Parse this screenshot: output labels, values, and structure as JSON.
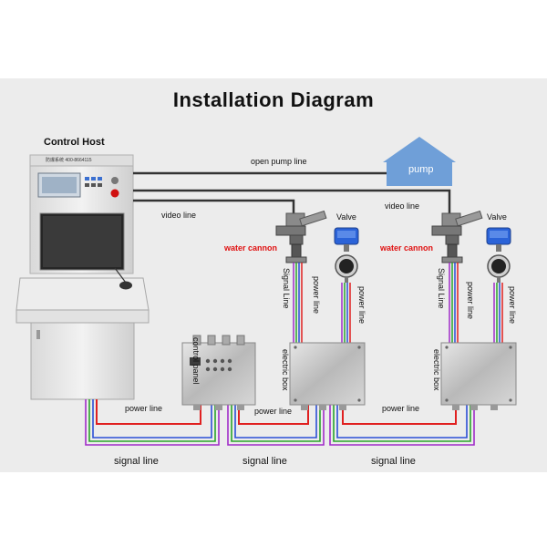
{
  "diagram": {
    "title": "Installation Diagram",
    "control_host": "Control Host",
    "host_screen_text": "防爆系统  400-8664115",
    "pump": "pump",
    "open_pump_line": "open pump line",
    "video_line_left": "video line",
    "video_line_right": "video line",
    "valve_left": "Valve",
    "valve_right": "Valve",
    "water_cannon_left": "water cannon",
    "water_cannon_right": "water cannon",
    "signal_line_v1": "Signal Line",
    "signal_line_v2": "Signal Line",
    "power_line_v1": "power line",
    "power_line_v2": "power line",
    "power_line_v3": "power line",
    "power_line_v4": "power line",
    "control_panel": "control panel",
    "electric_box_1": "electric box",
    "electric_box_2": "electric box",
    "power_line_h1": "power line",
    "power_line_h2": "power line",
    "power_line_h3": "power line",
    "signal_line_1": "signal line",
    "signal_line_2": "signal line",
    "signal_line_3": "signal line"
  },
  "colors": {
    "panel_bg": "#ececec",
    "pump": "#6f9fd8",
    "cable_red": "#e02020",
    "cable_green": "#2aa52a",
    "cable_blue": "#2b4fd6",
    "cable_purple": "#a02cc8",
    "accent_red": "#e01010"
  }
}
